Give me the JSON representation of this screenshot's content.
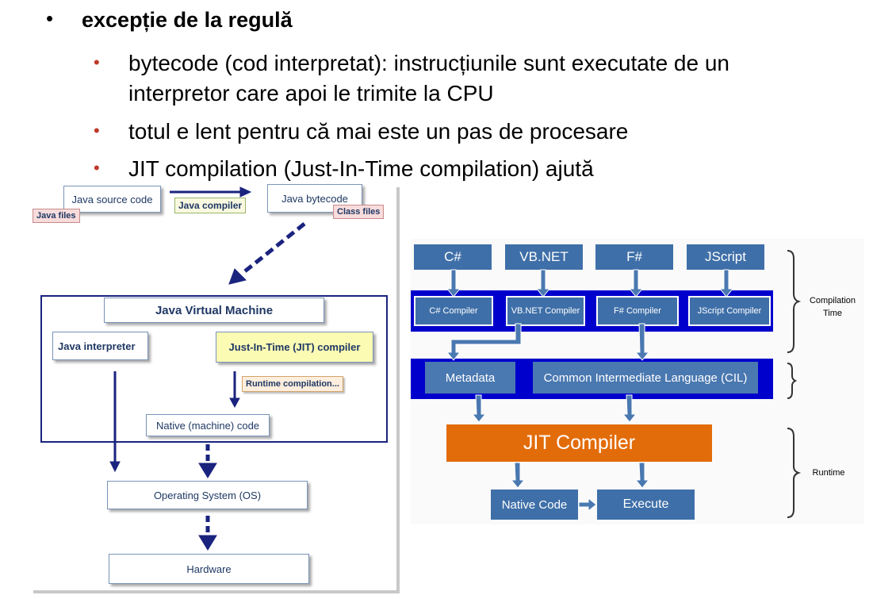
{
  "bullets": {
    "level1": "excepție de la regulă",
    "items": [
      "bytecode (cod interpretat): instrucțiunile sunt executate de un interpretor care apoi le trimite la CPU",
      "totul e lent pentru că mai este un pas de procesare",
      "JIT compilation (Just-In-Time compilation) ajută"
    ],
    "item0_line1": "bytecode (cod interpretat): instrucțiunile sunt executate de un",
    "item0_line2": "interpretor care apoi le trimite la CPU",
    "bullet_symbol": "•"
  },
  "java_diagram": {
    "source_code": "Java source code",
    "java_files": "Java files",
    "compiler": "Java compiler",
    "bytecode": "Java bytecode",
    "class_files": "Class files",
    "jvm_title": "Java Virtual Machine",
    "interpreter": "Java interpreter",
    "jit_compiler": "Just-In-Time (JIT) compiler",
    "runtime_compilation": "Runtime compilation...",
    "native_code": "Native (machine) code",
    "os": "Operating System (OS)",
    "hardware": "Hardware"
  },
  "dotnet_diagram": {
    "languages": [
      "C#",
      "VB.NET",
      "F#",
      "JScript"
    ],
    "compilers": [
      "C# Compiler",
      "VB.NET Compiler",
      "F# Compiler",
      "JScript Compiler"
    ],
    "metadata": "Metadata",
    "cil": "Common Intermediate Language (CIL)",
    "jit": "JIT Compiler",
    "native": "Native Code",
    "execute": "Execute",
    "compilation_time_line1": "Compilation",
    "compilation_time_line2": "Time",
    "runtime": "Runtime"
  },
  "colors": {
    "dotnet_box": "#3f6fa8",
    "dotnet_band": "#0000cc",
    "jit_orange": "#e36c0a",
    "java_navy": "#1a237e",
    "bullet_red": "#c0392b"
  }
}
